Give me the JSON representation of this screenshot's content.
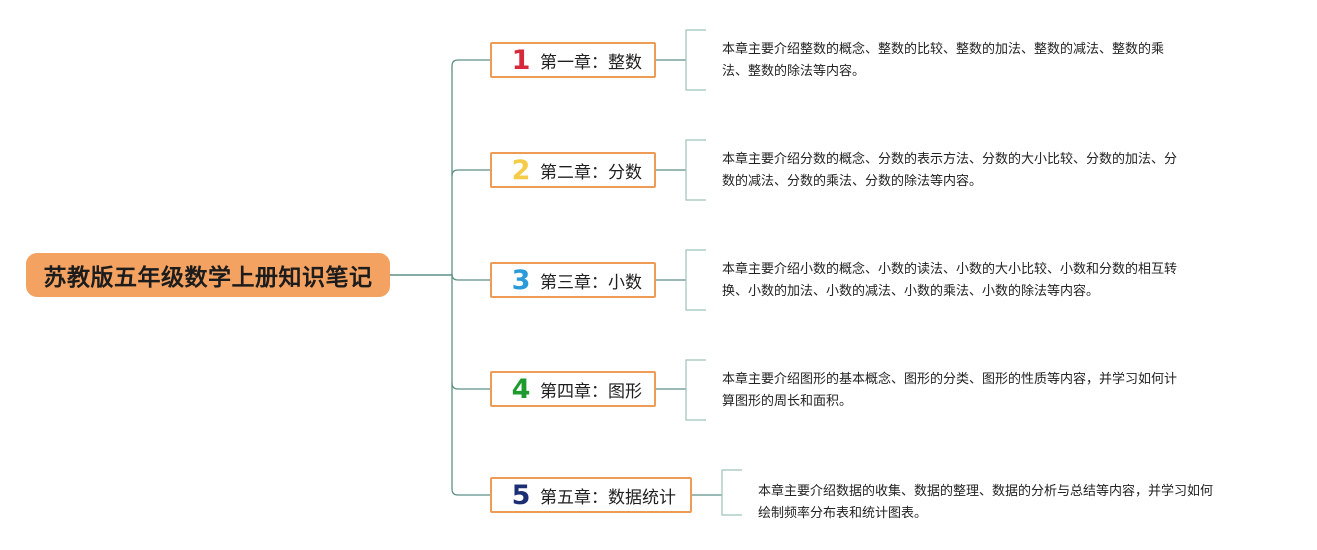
{
  "root": {
    "title": "苏教版五年级数学上册知识笔记"
  },
  "chapters": [
    {
      "number": "1",
      "number_color": "#d62a3c",
      "title": "第一章：整数",
      "description": [
        "本章主要介绍整数的概念、整数的比较、整数的加法、整数的减法、整数的乘",
        "法、整数的除法等内容。"
      ]
    },
    {
      "number": "2",
      "number_color": "#f5cc4a",
      "title": "第二章：分数",
      "description": [
        "本章主要介绍分数的概念、分数的表示方法、分数的大小比较、分数的加法、分",
        "数的减法、分数的乘法、分数的除法等内容。"
      ]
    },
    {
      "number": "3",
      "number_color": "#2b9ad8",
      "title": "第三章：小数",
      "description": [
        "本章主要介绍小数的概念、小数的读法、小数的大小比较、小数和分数的相互转",
        "换、小数的加法、小数的减法、小数的乘法、小数的除法等内容。"
      ]
    },
    {
      "number": "4",
      "number_color": "#1e9a2f",
      "title": "第四章：图形",
      "description": [
        "本章主要介绍图形的基本概念、图形的分类、图形的性质等内容，并学习如何计",
        "算图形的周长和面积。"
      ]
    },
    {
      "number": "5",
      "number_color": "#1c2f73",
      "title": "第五章：数据统计",
      "description": [
        "本章主要介绍数据的收集、数据的整理、数据的分析与总结等内容，并学习如何",
        "绘制频率分布表和统计图表。"
      ]
    }
  ],
  "colors": {
    "root_fill": "#f4a261",
    "chapter_border": "#ee9b55",
    "main_connector": "#5e8f86",
    "branch_connector": "#9fc2b9"
  }
}
